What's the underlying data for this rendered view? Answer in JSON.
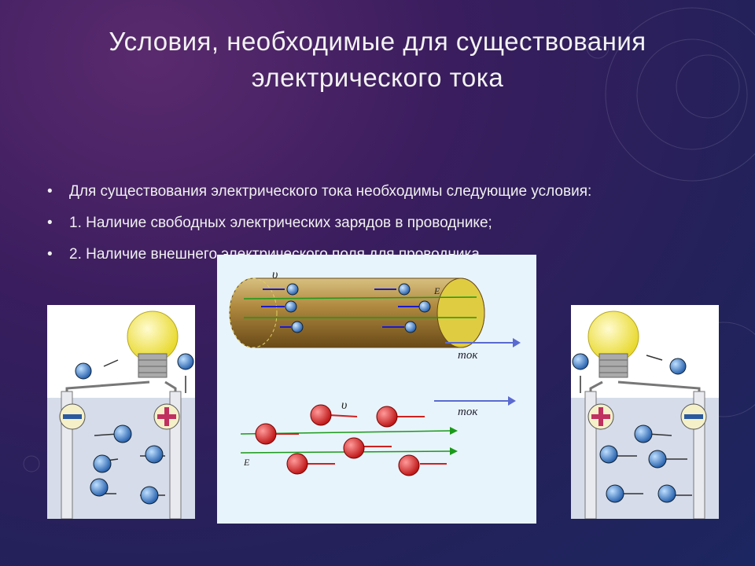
{
  "title": {
    "line1": "Условия, необходимые для существования",
    "line2": "электрического тока"
  },
  "bullets": [
    {
      "marker": "•",
      "text": "Для существования электрического тока необходимы следующие условия:"
    },
    {
      "marker": "•",
      "text": "1. Наличие свободных электрических зарядов в проводнике;"
    },
    {
      "marker": "•",
      "text": "2. Наличие внешнего электрического поля для проводника."
    }
  ],
  "diagram": {
    "velocity_label": "υ",
    "field_label": "E",
    "current_label_top": "ток",
    "current_label_bottom": "ток",
    "electron_sign": "−",
    "ion_sign": "+"
  },
  "colors": {
    "accent_green": "#2aa02a",
    "electron_blue": "#3a78c8",
    "ion_red": "#d62a2a",
    "bulb_yellow": "#f5ea4a"
  }
}
